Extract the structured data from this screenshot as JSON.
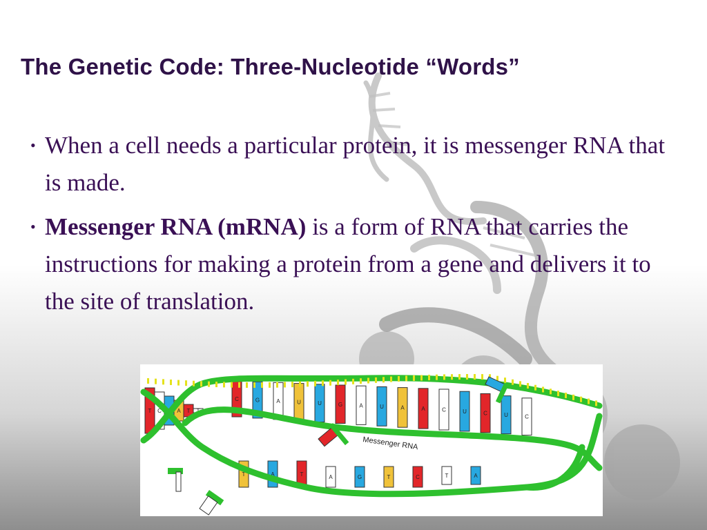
{
  "slide": {
    "title": "The Genetic Code: Three-Nucleotide “Words”",
    "bullets": [
      {
        "text": "When a cell needs a particular protein, it is messenger RNA that is made."
      },
      {
        "term": "Messenger RNA (mRNA)",
        "text": " is a form of RNA that carries the instructions for making a protein from a gene and delivers it to the site of translation."
      }
    ]
  },
  "figure": {
    "label": "Messenger RNA",
    "mrna_bases": [
      "C",
      "G",
      "A",
      "U",
      "U",
      "G",
      "A",
      "U",
      "A",
      "A",
      "C",
      "U",
      "C",
      "U",
      "C"
    ],
    "top_strand_bases": [
      "T",
      "C",
      "T",
      "A",
      "T",
      "T"
    ],
    "bottom_strand_bases": [
      "T",
      "A",
      "T",
      "A",
      "G",
      "T",
      "C",
      "T",
      "A"
    ],
    "colors": {
      "backbone": "#2ec02e",
      "joint": "#e4e21c",
      "red": "#e2262a",
      "blue": "#28a8e0",
      "yellow": "#f0c23a",
      "white": "#ffffff"
    }
  }
}
